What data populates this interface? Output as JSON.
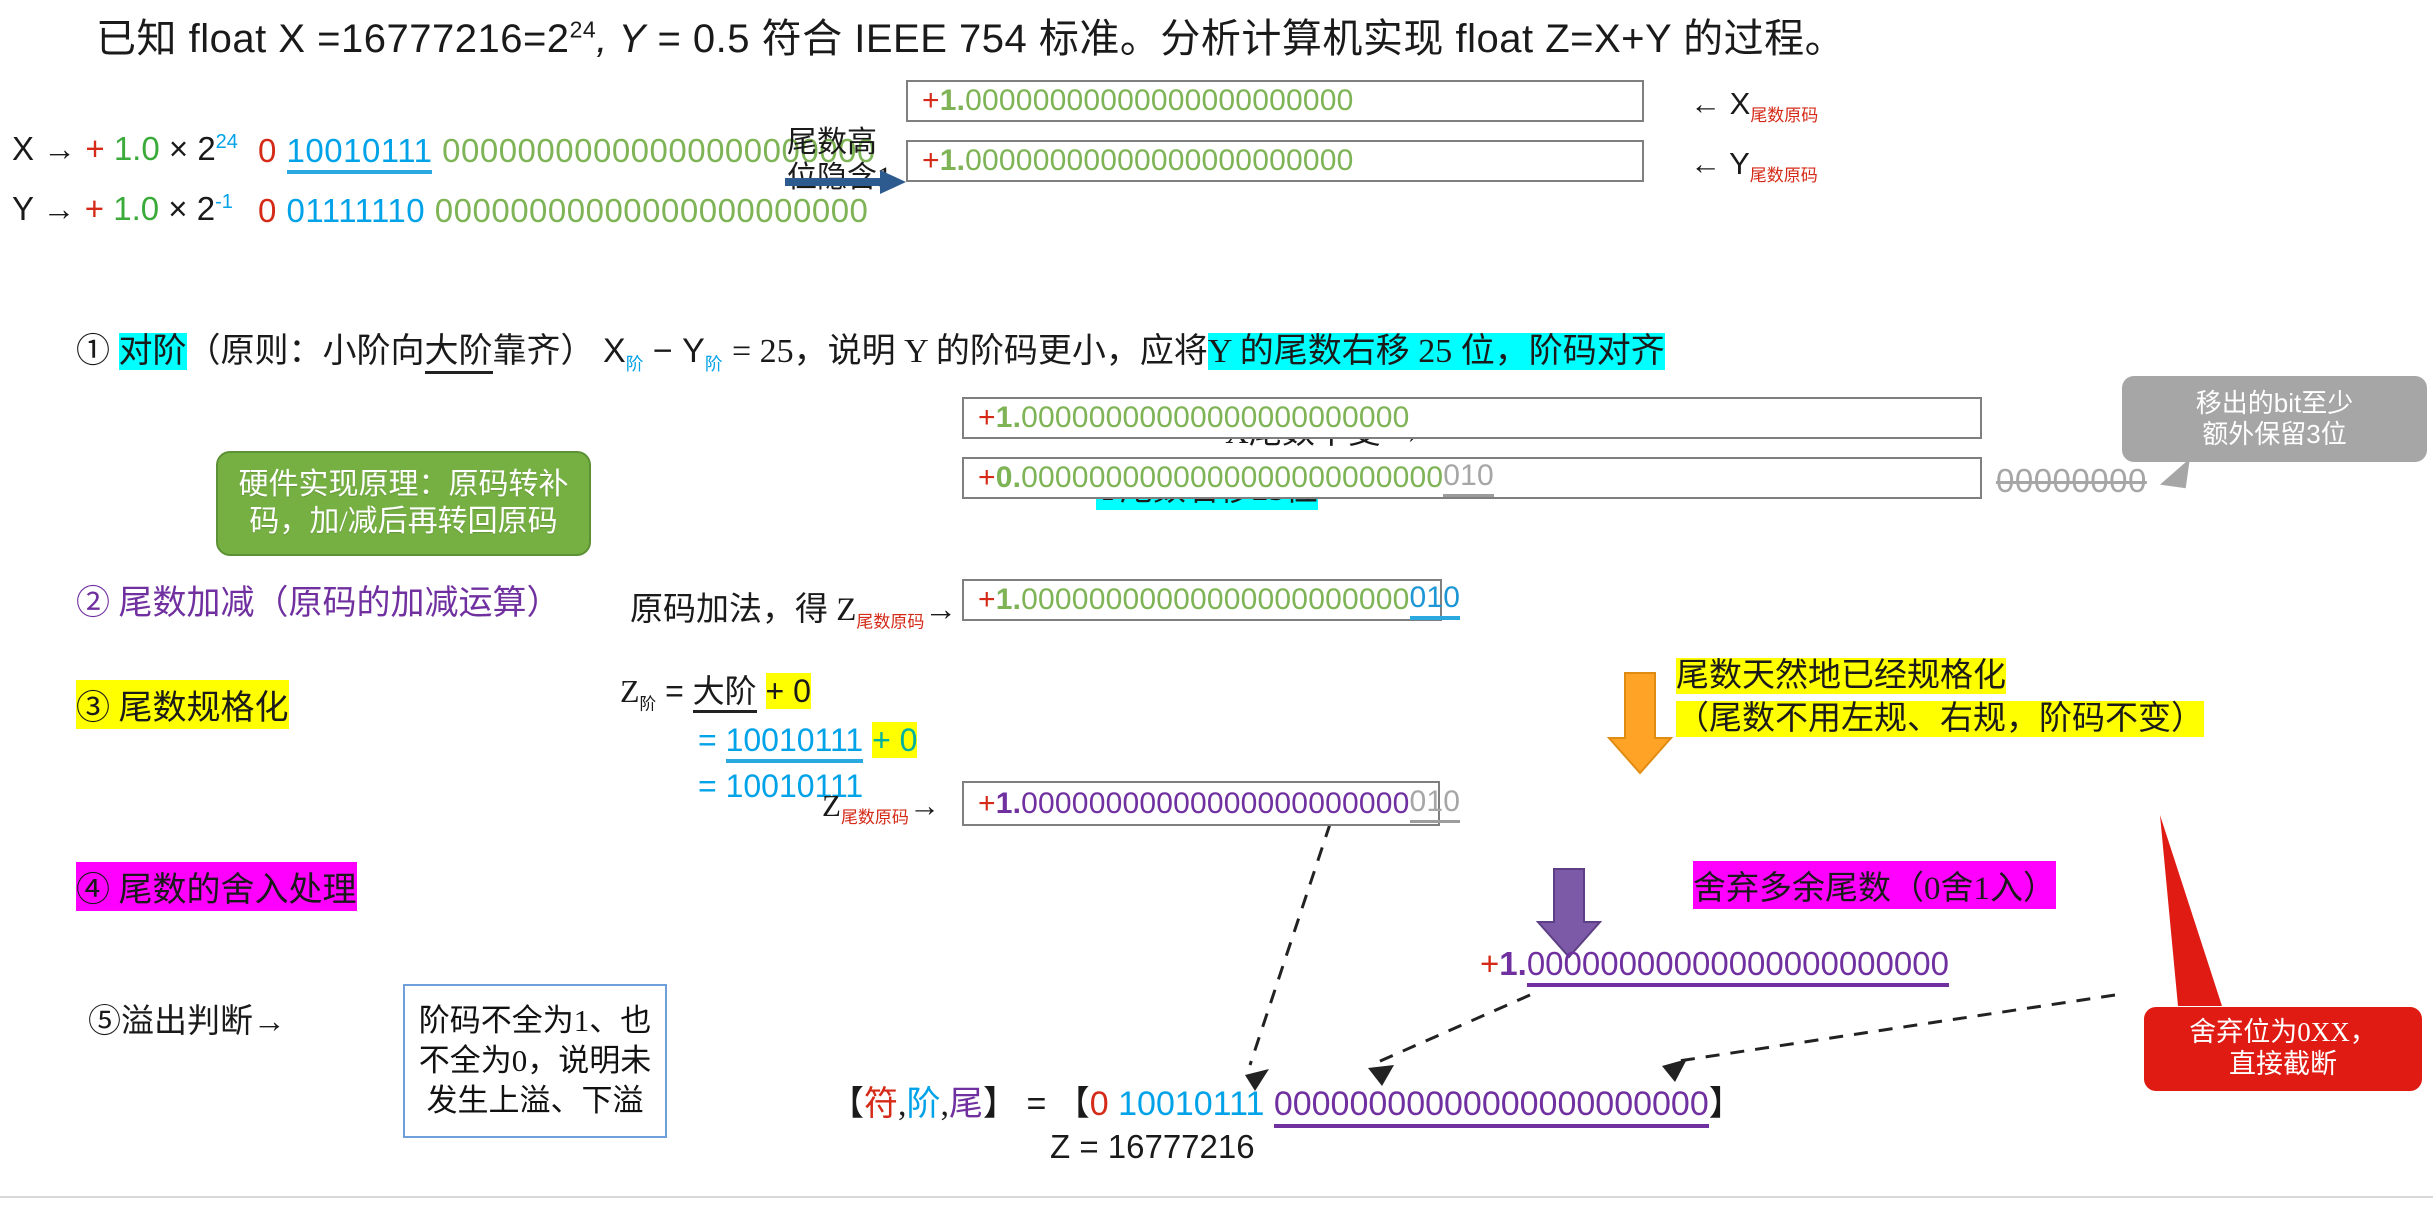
{
  "title": {
    "pre": "已知 float X =16777216=2",
    "sup24": "24",
    "mid": ",  Y",
    "rest": " = 0.5 符合 IEEE 754 标准。分析计算机实现 float Z=X+Y 的过程。"
  },
  "rows": {
    "x": {
      "name": "X",
      "arrow": "→",
      "sign": "+",
      "mant": "1.0",
      "times": "×",
      "base": "2",
      "exp": "24",
      "bit_sign": "0",
      "bit_exp": "10010111",
      "bit_frac": "00000000000000000000000"
    },
    "y": {
      "name": "Y",
      "arrow": "→",
      "sign": "+",
      "mant": "1.0",
      "times": "×",
      "base": "2",
      "exp": "-1",
      "bit_sign": "0",
      "bit_exp": "01111110",
      "bit_frac": "00000000000000000000000"
    }
  },
  "hidden_bit_note": {
    "line1": "尾数高",
    "line2": "位隐含1"
  },
  "top_boxes": {
    "x_mant": {
      "sign": "+",
      "one": "1.",
      "frac": "00000000000000000000000"
    },
    "y_mant": {
      "sign": "+",
      "one": "1.",
      "frac": "00000000000000000000000"
    },
    "x_label_arrow": "←",
    "x_label": "X",
    "x_label_sub": "尾数原码",
    "y_label_arrow": "←",
    "y_label": "Y",
    "y_label_sub": "尾数原码"
  },
  "step1": {
    "num": "①",
    "key": "对阶",
    "paren": "（原则：小阶向",
    "paren_u": "大阶",
    "paren2": "靠齐）",
    "expr_x": "X",
    "expr_x_sub": "阶",
    "minus": "−",
    "expr_y": "Y",
    "expr_y_sub": "阶",
    "eq": "= 25，说明 Y 的阶码更小，应将",
    "hl": "Y 的尾数右移 25 位，阶码对齐"
  },
  "green_note": {
    "line1": "硬件实现原理：原码转补",
    "line2": "码，加/减后再转回原码"
  },
  "gray_note": {
    "line1": "移出的bit至少",
    "line2": "额外保留3位"
  },
  "align_rows": {
    "x_label": "X尾数不变",
    "x_arrow": "→",
    "x_box": {
      "sign": "+",
      "one": "1.",
      "frac": "00000000000000000000000"
    },
    "y_label": "Y尾数右移25位",
    "y_arrow": "→",
    "y_box": {
      "sign": "+",
      "zero": "0.",
      "frac": "0000000000000000000000000",
      "guard": "010"
    },
    "shifted_out": "00000000"
  },
  "step2": {
    "num": "②",
    "text": "尾数加减（原码的加减运算）",
    "calc_label": "原码加法，得 Z",
    "calc_label_sub": "尾数原码",
    "calc_arrow": "→",
    "box": {
      "sign": "+",
      "one": "1.",
      "frac": "00000000000000000000000",
      "guard": "010"
    }
  },
  "step3": {
    "num": "③",
    "text": "尾数规格化",
    "zexp_label": "Z",
    "zexp_sub": "阶",
    "l1_eq": "=",
    "l1_big": "大阶",
    "l1_plus": "+ 0",
    "l2_eq": "=",
    "l2_val": "10010111",
    "l2_plus": "+ 0",
    "l3_eq": "=",
    "l3_val": "10010111",
    "z_label": "Z",
    "z_label_sub": "尾数原码",
    "z_arrow": "→",
    "box": {
      "sign": "+",
      "one": "1.",
      "frac": "00000000000000000000000",
      "guard": "010"
    },
    "note_line1": "尾数天然地已经规格化",
    "note_line2": "（尾数不用左规、右规，阶码不变）"
  },
  "step4": {
    "num": "④",
    "text": "尾数的舍入处理",
    "note": "舍弃多余尾数（0舍1入）",
    "result": {
      "sign": "+",
      "one": "1.",
      "frac": "00000000000000000000000"
    },
    "red_note_line1": "舍弃位为0XX，",
    "red_note_line2": "直接截断"
  },
  "step5": {
    "num": "⑤",
    "text": "溢出判断",
    "arrow": "→",
    "box_line1": "阶码不全为1、也",
    "box_line2": "不全为0，说明未",
    "box_line3": "发生上溢、下溢"
  },
  "final": {
    "lb": "【",
    "f": "符",
    "comma1": ",",
    "j": "阶",
    "comma2": ",",
    "w": "尾",
    "rb": "】",
    "eq": "=",
    "lb2": "【",
    "sign": "0",
    "exp": "10010111",
    "frac": "00000000000000000000000",
    "rb2": "】",
    "z_value": "Z = 16777216"
  },
  "colors": {
    "red": "#d42a17",
    "green": "#3aab3a",
    "mant_green": "#7eb356",
    "blue": "#00a2e8",
    "purple": "#7030a0",
    "cyan_hl": "#00ffff",
    "yellow_hl": "#ffff00",
    "magenta_hl": "#ff00ff",
    "gray": "#a6a6a6",
    "note_green": "#76b043",
    "note_red": "#e01b14",
    "orange_arrow": "#ffa326",
    "purple_arrow": "#7d5aa8"
  }
}
